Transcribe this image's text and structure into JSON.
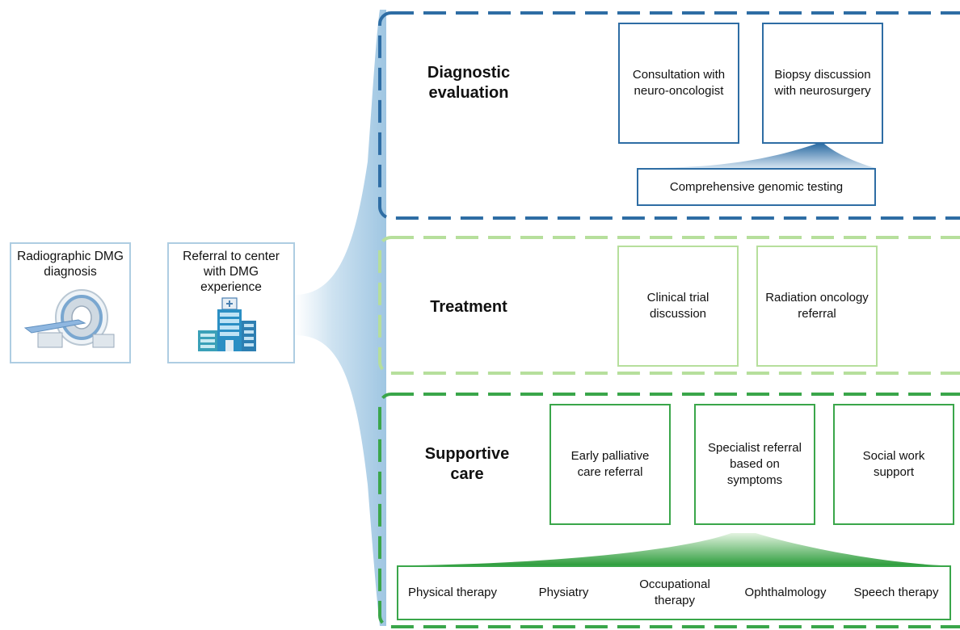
{
  "colors": {
    "diagnostic": "#2e6da4",
    "treatment": "#b6df9c",
    "supportive": "#3aa64a",
    "start_border": "#aecde2",
    "fan": "#b9d7ec"
  },
  "start": {
    "radiographic": {
      "label": "Radiographic DMG diagnosis",
      "icon": "mri-scanner-icon"
    },
    "referral": {
      "label": "Referral to center with DMG experience",
      "icon": "hospital-building-icon"
    }
  },
  "diagnostic": {
    "title": "Diagnostic evaluation",
    "consultation": "Consultation with neuro-oncologist",
    "biopsy": "Biopsy discussion with neurosurgery",
    "genomic": "Comprehensive genomic testing"
  },
  "treatment": {
    "title": "Treatment",
    "clinical_trial": "Clinical trial discussion",
    "radiation": "Radiation oncology referral"
  },
  "supportive": {
    "title": "Supportive care",
    "palliative": "Early palliative care referral",
    "specialist": "Specialist referral based on symptoms",
    "social_work": "Social work support",
    "specialists": [
      "Physical therapy",
      "Physiatry",
      "Occupational therapy",
      "Ophthalmology",
      "Speech therapy"
    ]
  }
}
